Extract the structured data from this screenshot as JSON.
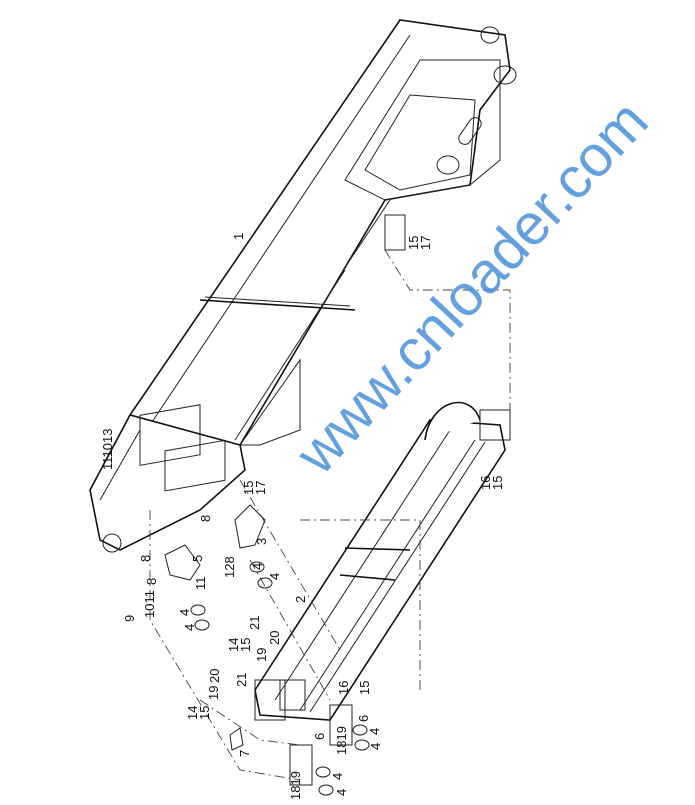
{
  "watermark": "www.cnloader.com",
  "callouts": [
    {
      "text": "1"
    },
    {
      "text": "111013"
    },
    {
      "text": "15"
    },
    {
      "text": "17"
    },
    {
      "text": "16"
    },
    {
      "text": "15"
    },
    {
      "text": "15"
    },
    {
      "text": "17"
    },
    {
      "text": "8"
    },
    {
      "text": "3"
    },
    {
      "text": "8"
    },
    {
      "text": "5"
    },
    {
      "text": "8"
    },
    {
      "text": "11"
    },
    {
      "text": "128"
    },
    {
      "text": "4"
    },
    {
      "text": "4"
    },
    {
      "text": "2"
    },
    {
      "text": "9"
    },
    {
      "text": "1011"
    },
    {
      "text": "4"
    },
    {
      "text": "4"
    },
    {
      "text": "14"
    },
    {
      "text": "15"
    },
    {
      "text": "21"
    },
    {
      "text": "19"
    },
    {
      "text": "20"
    },
    {
      "text": "20"
    },
    {
      "text": "19"
    },
    {
      "text": "21"
    },
    {
      "text": "14"
    },
    {
      "text": "15"
    },
    {
      "text": "7"
    },
    {
      "text": "6"
    },
    {
      "text": "16"
    },
    {
      "text": "15"
    },
    {
      "text": "6"
    },
    {
      "text": "1819"
    },
    {
      "text": "4"
    },
    {
      "text": "4"
    },
    {
      "text": "1819"
    },
    {
      "text": "4"
    },
    {
      "text": "4"
    }
  ]
}
